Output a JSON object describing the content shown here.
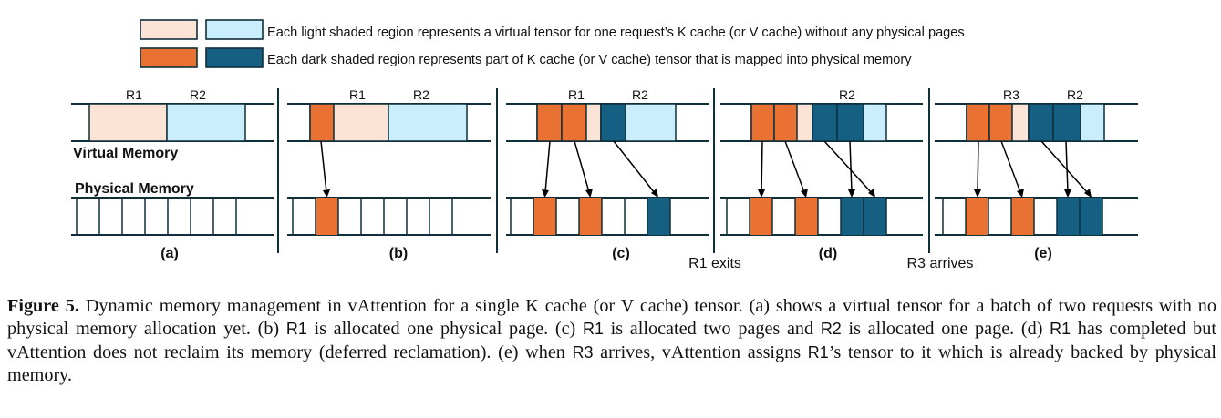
{
  "legend": {
    "light_text": "Each light shaded region represents a virtual tensor for one request’s K cache (or V cache) without any physical pages",
    "dark_text": "Each dark shaded region represents part of K cache (or V cache) tensor that is mapped into physical memory"
  },
  "row_labels": {
    "virtual": "Virtual Memory",
    "physical": "Physical Memory"
  },
  "colors": {
    "r1_light": "#fbe3d6",
    "r2_light": "#caeefb",
    "r1_dark": "#e97132",
    "r2_dark": "#156082",
    "line": "#0f2f3b"
  },
  "panels": [
    {
      "id": "a",
      "label": "(a)",
      "req_labels": [
        "R1",
        "R2"
      ]
    },
    {
      "id": "b",
      "label": "(b)",
      "req_labels": [
        "R1",
        "R2"
      ]
    },
    {
      "id": "c",
      "label": "(c)",
      "req_labels": [
        "R1",
        "R2"
      ]
    },
    {
      "id": "d",
      "label": "(d)",
      "req_labels": [
        "R2"
      ]
    },
    {
      "id": "e",
      "label": "(e)",
      "req_labels": [
        "R3",
        "R2"
      ]
    }
  ],
  "events": {
    "r1_exits": "R1 exits",
    "r3_arrives": "R3 arrives"
  },
  "caption": {
    "figure_label": "Figure 5.",
    "s1": " Dynamic memory management in vAttention for a single K cache (or V cache) tensor. (a) shows a virtual tensor for a batch of two requests with no physical memory allocation yet. (b) ",
    "r1_a": "R1",
    "s2": " is allocated one physical page. (c) ",
    "r1_b": "R1",
    "s3": " is allocated two pages and ",
    "r2_a": "R2",
    "s4": " is allocated one page. (d) ",
    "r1_c": "R1",
    "s5": " has completed but vAttention does not reclaim its memory (deferred reclamation). (e) when ",
    "r3_a": "R3",
    "s6": " arrives, vAttention assigns ",
    "r1_d": "R1",
    "s7": "’s tensor to it which is already backed by physical memory."
  }
}
